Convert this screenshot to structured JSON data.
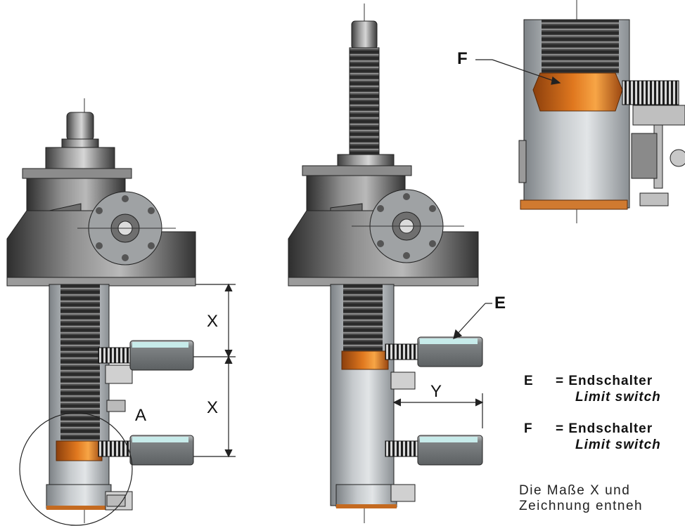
{
  "labels": {
    "callout_f": "F",
    "callout_e": "E",
    "dim_x_upper": "X",
    "dim_x_lower": "X",
    "dim_y": "Y",
    "detail_a": "A"
  },
  "legend": {
    "e_key": "E",
    "e_de": "= Endschalter",
    "e_en": "Limit switch",
    "f_key": "F",
    "f_de": "= Endschalter",
    "f_en": "Limit switch"
  },
  "note": {
    "line1": "Die Maße X und",
    "line2": "Zeichnung entneh"
  },
  "colors": {
    "metal_dark": "#4a4a4a",
    "metal_mid": "#8a8a8a",
    "metal_light": "#cfcfcf",
    "bronze": "#c8651a",
    "bronze_light": "#f09a3a"
  }
}
